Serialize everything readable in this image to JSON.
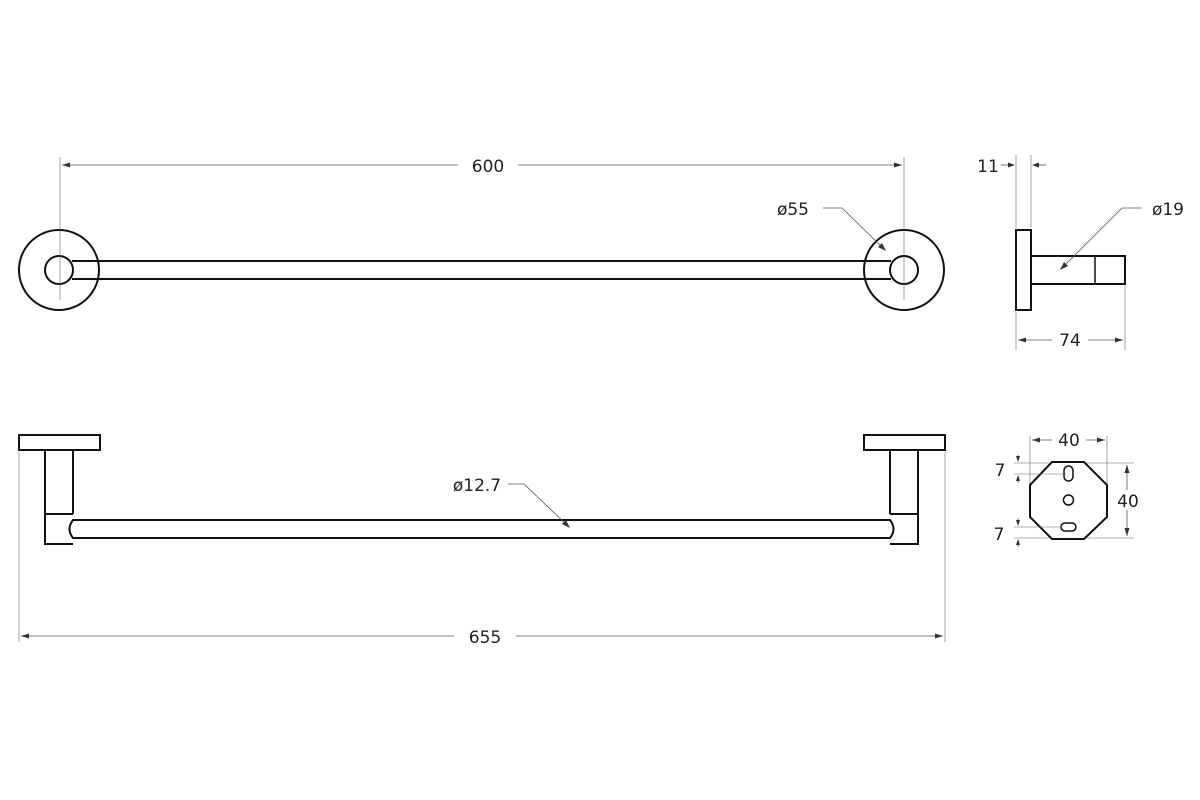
{
  "dimensions": {
    "overall_span_top": "600",
    "flange_diameter": "ø55",
    "base_thickness": "11",
    "post_diameter": "ø19",
    "projection": "74",
    "bar_diameter": "ø12.7",
    "overall_length": "655",
    "plate_width": "40",
    "plate_height": "40",
    "hole_offset_top": "7",
    "hole_offset_bottom": "7"
  }
}
